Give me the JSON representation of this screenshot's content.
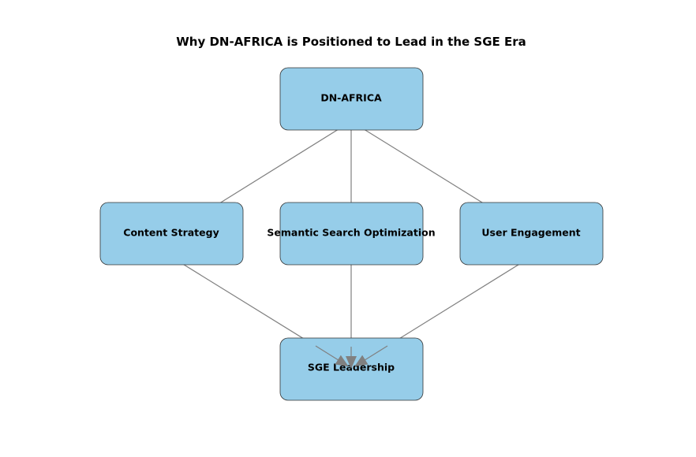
{
  "title": "Why DN-AFRICA is Positioned to Lead in the SGE Era",
  "colors": {
    "node_fill": "#96cde9",
    "node_stroke": "#333333",
    "edge": "#808080"
  },
  "nodes": [
    {
      "id": "dn-africa",
      "label": "DN-AFRICA"
    },
    {
      "id": "content-strategy",
      "label": "Content Strategy"
    },
    {
      "id": "semantic-search",
      "label": "Semantic Search Optimization"
    },
    {
      "id": "user-engagement",
      "label": "User Engagement"
    },
    {
      "id": "sge-leadership",
      "label": "SGE Leadership"
    }
  ],
  "edges": [
    {
      "from": "dn-africa",
      "to": "content-strategy"
    },
    {
      "from": "dn-africa",
      "to": "semantic-search"
    },
    {
      "from": "dn-africa",
      "to": "user-engagement"
    },
    {
      "from": "content-strategy",
      "to": "sge-leadership"
    },
    {
      "from": "semantic-search",
      "to": "sge-leadership"
    },
    {
      "from": "user-engagement",
      "to": "sge-leadership"
    }
  ]
}
